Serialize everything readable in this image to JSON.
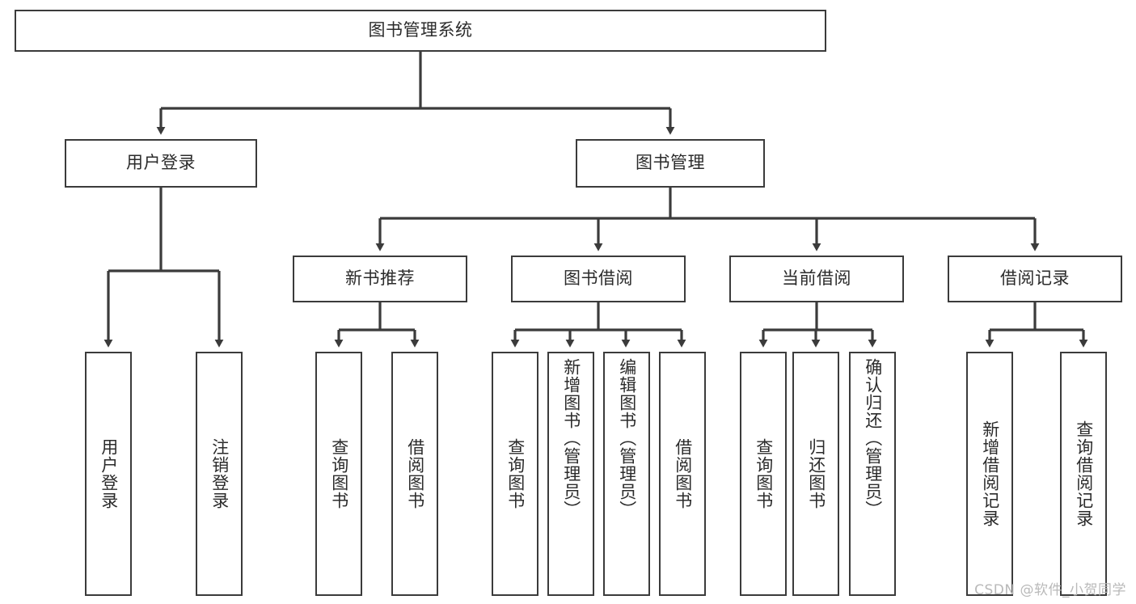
{
  "diagram": {
    "title": "图书管理系统",
    "type": "hierarchy-tree",
    "stroke_color": "#3b3b3b",
    "text_color": "#2b2b2b",
    "background_color": "#ffffff",
    "root": {
      "label": "图书管理系统"
    },
    "level2": [
      {
        "label": "用户登录"
      },
      {
        "label": "图书管理"
      }
    ],
    "level3": [
      {
        "label": "新书推荐"
      },
      {
        "label": "图书借阅"
      },
      {
        "label": "当前借阅"
      },
      {
        "label": "借阅记录"
      }
    ],
    "leaves": {
      "user_login": [
        {
          "label": "用户登录"
        },
        {
          "label": "注销登录"
        }
      ],
      "new_book_recommend": [
        {
          "label": "查询图书"
        },
        {
          "label": "借阅图书"
        }
      ],
      "book_borrow": [
        {
          "label": "查询图书"
        },
        {
          "label": "新增图书（管理员）"
        },
        {
          "label": "编辑图书（管理员）"
        },
        {
          "label": "借阅图书"
        }
      ],
      "current_borrow": [
        {
          "label": "查询图书"
        },
        {
          "label": "归还图书"
        },
        {
          "label": "确认归还（管理员）"
        }
      ],
      "borrow_record": [
        {
          "label": "新增借阅记录"
        },
        {
          "label": "查询借阅记录"
        }
      ]
    }
  },
  "watermark": {
    "text": "CSDN @软件_小贺同学"
  }
}
